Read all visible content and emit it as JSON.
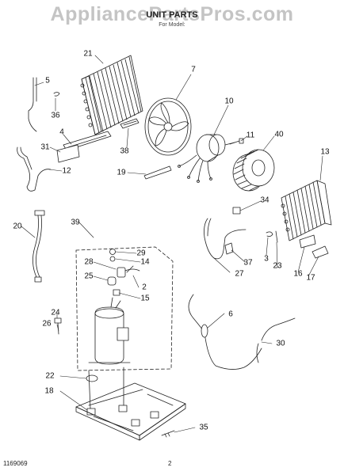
{
  "watermark": "AppliancePartsPros.com",
  "header": {
    "title": "UNIT PARTS",
    "subtitle": "For Model: "
  },
  "footer": {
    "document_number": "1169069",
    "page_number": "2"
  },
  "callouts": [
    {
      "id": "21",
      "part": "condenser-coil"
    },
    {
      "id": "7",
      "part": "condenser-fan-blade"
    },
    {
      "id": "5",
      "part": "drain-tube"
    },
    {
      "id": "36",
      "part": "clip"
    },
    {
      "id": "4",
      "part": "bracket"
    },
    {
      "id": "38",
      "part": "pad"
    },
    {
      "id": "10",
      "part": "fan-motor"
    },
    {
      "id": "11",
      "part": "screw"
    },
    {
      "id": "40",
      "part": "blower-wheel"
    },
    {
      "id": "13",
      "part": "evaporator-coil"
    },
    {
      "id": "31",
      "part": "shield"
    },
    {
      "id": "12",
      "part": "tube"
    },
    {
      "id": "19",
      "part": "strap"
    },
    {
      "id": "20",
      "part": "power-cord"
    },
    {
      "id": "39",
      "part": "compressor-assembly"
    },
    {
      "id": "29",
      "part": "grommet"
    },
    {
      "id": "14",
      "part": "washer"
    },
    {
      "id": "28",
      "part": "overload"
    },
    {
      "id": "2",
      "part": "clip"
    },
    {
      "id": "25",
      "part": "cover"
    },
    {
      "id": "15",
      "part": "nut"
    },
    {
      "id": "34",
      "part": "thermistor"
    },
    {
      "id": "37",
      "part": "clip"
    },
    {
      "id": "3",
      "part": "clip"
    },
    {
      "id": "23",
      "part": "screw"
    },
    {
      "id": "16",
      "part": "bracket"
    },
    {
      "id": "17",
      "part": "baffle"
    },
    {
      "id": "27",
      "part": "capillary-tube"
    },
    {
      "id": "24",
      "part": "screw"
    },
    {
      "id": "26",
      "part": "wire"
    },
    {
      "id": "6",
      "part": "drain-line"
    },
    {
      "id": "30",
      "part": "tube"
    },
    {
      "id": "22",
      "part": "grommet"
    },
    {
      "id": "18",
      "part": "base-pan"
    },
    {
      "id": "35",
      "part": "screw"
    }
  ],
  "colors": {
    "ink": "#111111",
    "watermark": "#c4c4c4",
    "background": "#ffffff"
  }
}
